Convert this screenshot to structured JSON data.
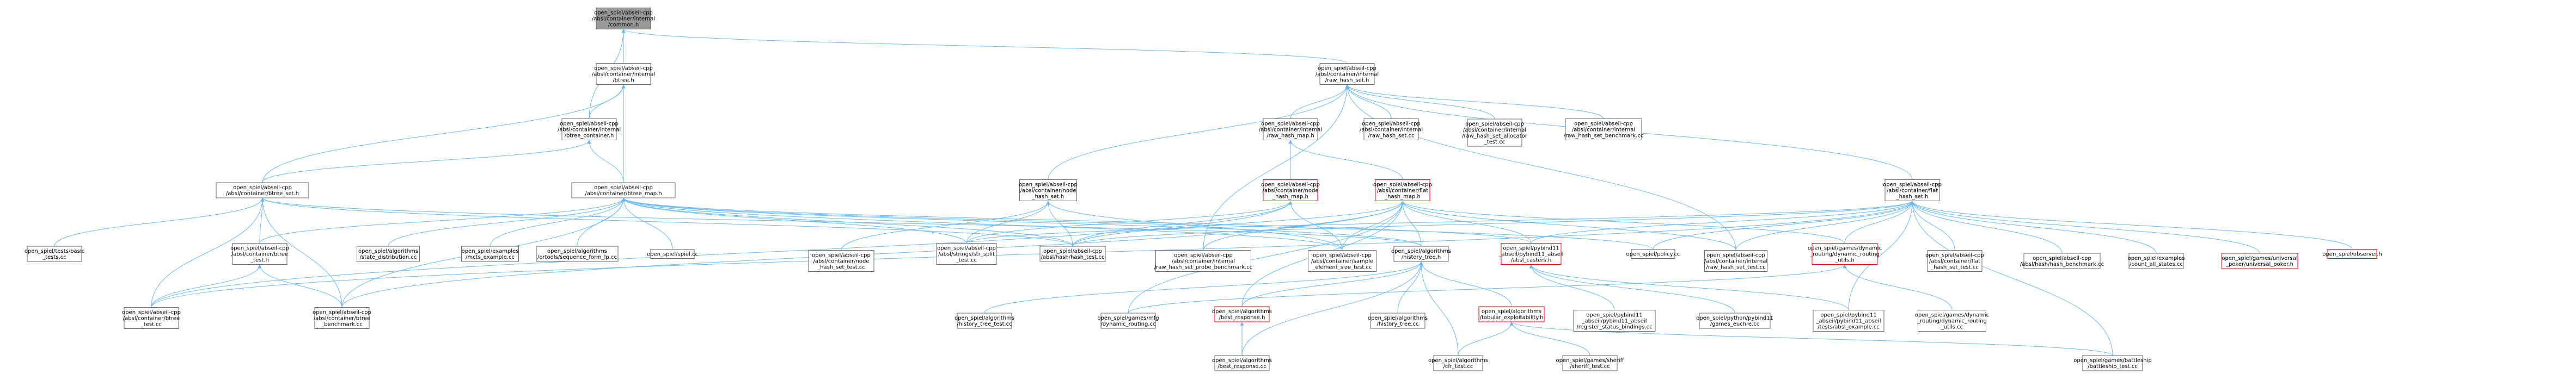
{
  "colors": {
    "edge": "#63b8ff",
    "node_border": "#666666",
    "root_fill": "#999999",
    "red_border": "#ff0000"
  },
  "nodes": [
    {
      "id": "common",
      "lines": [
        "open_spiel/abseil-cpp",
        "/absl/container/internal",
        "/common.h"
      ],
      "style": "root"
    },
    {
      "id": "btree",
      "lines": [
        "open_spiel/abseil-cpp",
        "/absl/container/internal",
        "/btree.h"
      ]
    },
    {
      "id": "btree_container",
      "lines": [
        "open_spiel/abseil-cpp",
        "/absl/container/internal",
        "/btree_container.h"
      ]
    },
    {
      "id": "btree_set",
      "lines": [
        "open_spiel/abseil-cpp",
        "/absl/container/btree_set.h"
      ]
    },
    {
      "id": "btree_map",
      "lines": [
        "open_spiel/abseil-cpp",
        "/absl/container/btree_map.h"
      ]
    },
    {
      "id": "raw_hash_set",
      "lines": [
        "open_spiel/abseil-cpp",
        "/absl/container/internal",
        "/raw_hash_set.h"
      ]
    },
    {
      "id": "raw_hash_map",
      "lines": [
        "open_spiel/abseil-cpp",
        "/absl/container/internal",
        "/raw_hash_map.h"
      ]
    },
    {
      "id": "raw_hash_set_cc",
      "lines": [
        "open_spiel/abseil-cpp",
        "/absl/container/internal",
        "/raw_hash_set.cc"
      ]
    },
    {
      "id": "raw_hash_set_alloc",
      "lines": [
        "open_spiel/abseil-cpp",
        "/absl/container/internal",
        "/raw_hash_set_allocator",
        "_test.cc"
      ]
    },
    {
      "id": "raw_hash_set_bench",
      "lines": [
        "open_spiel/abseil-cpp",
        "/absl/container/internal",
        "/raw_hash_set_benchmark.cc"
      ]
    },
    {
      "id": "node_hash_set",
      "lines": [
        "open_spiel/abseil-cpp",
        "/absl/container/node",
        "_hash_set.h"
      ]
    },
    {
      "id": "node_hash_map",
      "lines": [
        "open_spiel/abseil-cpp",
        "/absl/container/node",
        "_hash_map.h"
      ],
      "style": "red"
    },
    {
      "id": "flat_hash_map",
      "lines": [
        "open_spiel/abseil-cpp",
        "/absl/container/flat",
        "_hash_map.h"
      ],
      "style": "red"
    },
    {
      "id": "flat_hash_set",
      "lines": [
        "open_spiel/abseil-cpp",
        "/absl/container/flat",
        "_hash_set.h"
      ]
    },
    {
      "id": "basic_tests",
      "lines": [
        "open_spiel/tests/basic",
        "_tests.cc"
      ]
    },
    {
      "id": "btree_test_h",
      "lines": [
        "open_spiel/abseil-cpp",
        "/absl/container/btree",
        "_test.h"
      ]
    },
    {
      "id": "state_distribution",
      "lines": [
        "open_spiel/algorithms",
        "/state_distribution.cc"
      ]
    },
    {
      "id": "mcts_example",
      "lines": [
        "open_spiel/examples",
        "/mcts_example.cc"
      ]
    },
    {
      "id": "lstm",
      "lines": [
        "open_spiel/algorithms",
        "/ortools/sequence_form_lp.cc"
      ]
    },
    {
      "id": "spiel_cc",
      "lines": [
        "open_spiel/spiel.cc"
      ]
    },
    {
      "id": "node_hash_set_test",
      "lines": [
        "open_spiel/abseil-cpp",
        "/absl/container/node",
        "_hash_set_test.cc"
      ]
    },
    {
      "id": "str_split_test",
      "lines": [
        "open_spiel/abseil-cpp",
        "/absl/strings/str_split",
        "_test.cc"
      ]
    },
    {
      "id": "hash_test",
      "lines": [
        "open_spiel/abseil-cpp",
        "/absl/hash/hash_test.cc"
      ]
    },
    {
      "id": "probe_benchmark",
      "lines": [
        "open_spiel/abseil-cpp",
        "/absl/container/internal",
        "/raw_hash_set_probe_benchmark.cc"
      ]
    },
    {
      "id": "sample_element",
      "lines": [
        "open_spiel/abseil-cpp",
        "/absl/container/sample",
        "_element_size_test.cc"
      ]
    },
    {
      "id": "history_tree_h",
      "lines": [
        "open_spiel/algorithms",
        "/history_tree.h"
      ]
    },
    {
      "id": "absl_casters",
      "lines": [
        "open_spiel/pybind11",
        "_abseil/pybind11_abseil",
        "/absl_casters.h"
      ],
      "style": "red"
    },
    {
      "id": "policy_cc",
      "lines": [
        "open_spiel/policy.cc"
      ]
    },
    {
      "id": "raw_hash_set_test",
      "lines": [
        "open_spiel/abseil-cpp",
        "/absl/container/internal",
        "/raw_hash_set_test.cc"
      ]
    },
    {
      "id": "dyn_routing_utils_h",
      "lines": [
        "open_spiel/games/dynamic",
        "_routing/dynamic_routing",
        "_utils.h"
      ],
      "style": "red"
    },
    {
      "id": "flat_hash_set_test",
      "lines": [
        "open_spiel/abseil-cpp",
        "/absl/container/flat",
        "_hash_set_test.cc"
      ]
    },
    {
      "id": "hash_benchmark",
      "lines": [
        "open_spiel/abseil-cpp",
        "/absl/hash/hash_benchmark.cc"
      ]
    },
    {
      "id": "count_all_states",
      "lines": [
        "open_spiel/examples",
        "/count_all_states.cc"
      ]
    },
    {
      "id": "universal_poker",
      "lines": [
        "open_spiel/games/universal",
        "_poker/universal_poker.h"
      ],
      "style": "red"
    },
    {
      "id": "observer_h",
      "lines": [
        "open_spiel/observer.h"
      ],
      "style": "red"
    },
    {
      "id": "btree_test_cc",
      "lines": [
        "open_spiel/abseil-cpp",
        "/absl/container/btree",
        "_test.cc"
      ]
    },
    {
      "id": "btree_benchmark",
      "lines": [
        "open_spiel/abseil-cpp",
        "/absl/container/btree",
        "_benchmark.cc"
      ]
    },
    {
      "id": "history_tree_test",
      "lines": [
        "open_spiel/algorithms",
        "/history_tree_test.cc"
      ]
    },
    {
      "id": "mfg_dynamic_routing",
      "lines": [
        "open_spiel/games/mfg",
        "/dynamic_routing.cc"
      ]
    },
    {
      "id": "best_response_h",
      "lines": [
        "open_spiel/algorithms",
        "/best_response.h"
      ],
      "style": "red"
    },
    {
      "id": "history_tree_cc",
      "lines": [
        "open_spiel/algorithms",
        "/history_tree.cc"
      ]
    },
    {
      "id": "tabular_exploit",
      "lines": [
        "open_spiel/algorithms",
        "/tabular_exploitability.h"
      ],
      "style": "red"
    },
    {
      "id": "register_status",
      "lines": [
        "open_spiel/pybind11",
        "_abseil/pybind11_abseil",
        "/register_status_bindings.cc"
      ]
    },
    {
      "id": "games_euchre",
      "lines": [
        "open_spiel/python/pybind11",
        "/games_euchre.cc"
      ]
    },
    {
      "id": "absl_example",
      "lines": [
        "open_spiel/pybind11",
        "_abseil/pybind11_abseil",
        "/tests/absl_example.cc"
      ]
    },
    {
      "id": "dyn_routing_utils_cc",
      "lines": [
        "open_spiel/games/dynamic",
        "_routing/dynamic_routing",
        "_utils.cc"
      ]
    },
    {
      "id": "best_response_cc",
      "lines": [
        "open_spiel/algorithms",
        "/best_response.cc"
      ]
    },
    {
      "id": "cfr_test",
      "lines": [
        "open_spiel/algorithms",
        "/cfr_test.cc"
      ]
    },
    {
      "id": "sheriff_test",
      "lines": [
        "open_spiel/games/sheriff",
        "/sheriff_test.cc"
      ]
    },
    {
      "id": "battleship_test",
      "lines": [
        "open_spiel/games/battleship",
        "/battleship_test.cc"
      ]
    }
  ]
}
